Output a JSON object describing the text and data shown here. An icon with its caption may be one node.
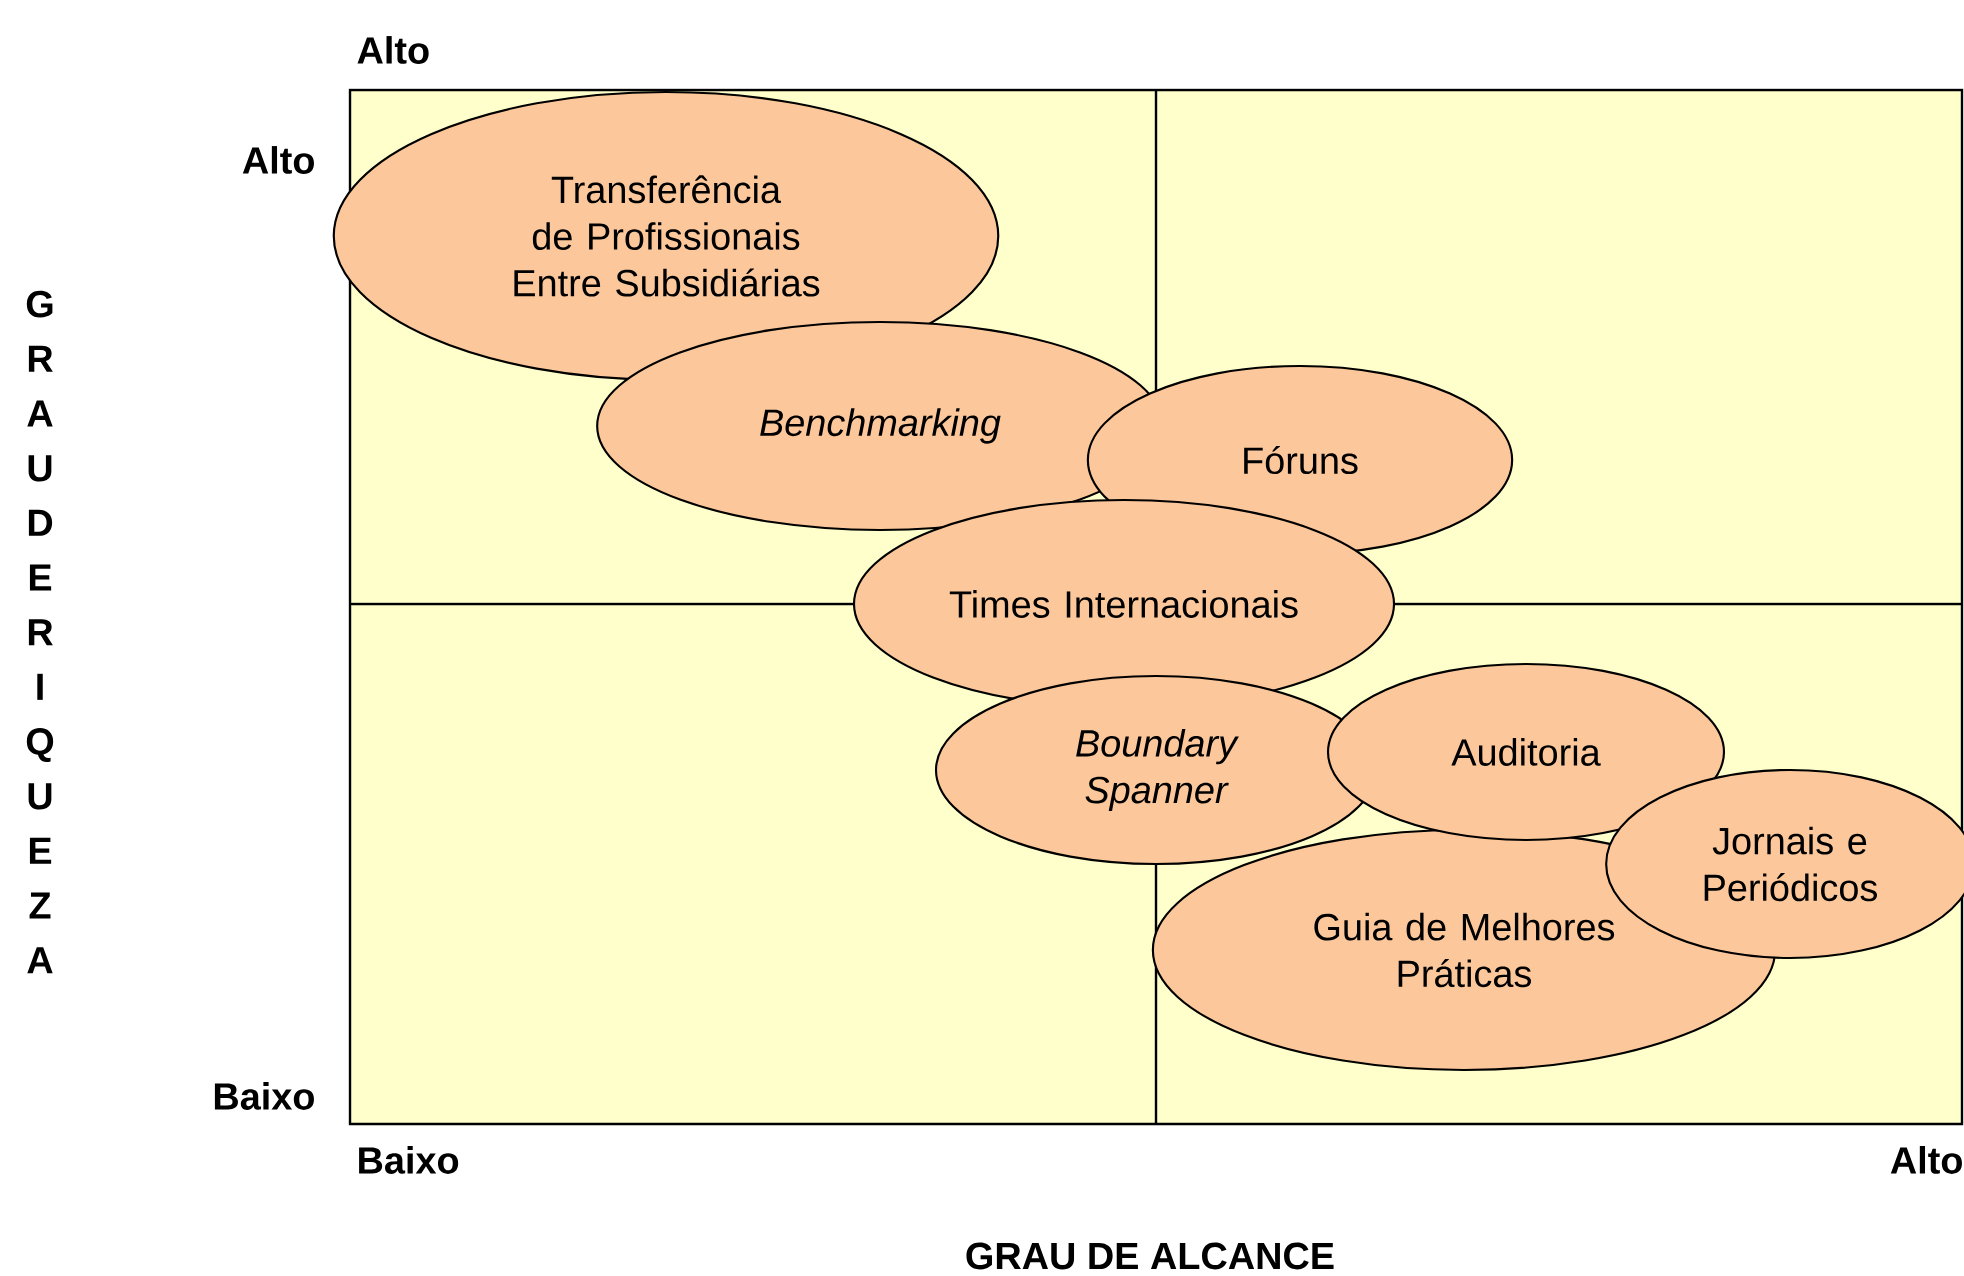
{
  "diagram": {
    "nodes": [
      {
        "text": [
          "Transferência de Profissionais Entre Subsidiárias"
        ]
      },
      {
        "text": [
          "Benchmarking"
        ]
      },
      {
        "text": [
          "Fóruns"
        ]
      },
      {
        "text": [
          "Times Internacionais"
        ]
      },
      {
        "text": [
          "Boundary Spanner"
        ]
      },
      {
        "text": [
          "Auditoria"
        ]
      },
      {
        "text": [
          "Jornais e Periódicos"
        ]
      },
      {
        "text": [
          "Guia de Melhores Práticas"
        ]
      }
    ],
    "labels": [
      "Alto",
      "Alto",
      "GRAU DE RIQUEZA",
      "Baixo",
      "Baixo",
      "Alto",
      "GRAU DE ALCANCE"
    ]
  }
}
